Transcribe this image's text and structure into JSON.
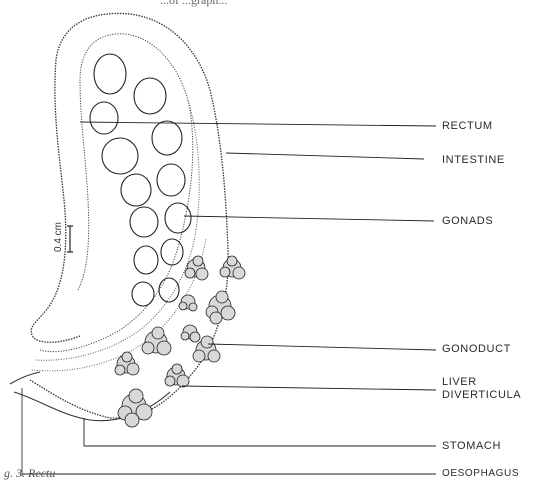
{
  "labels": {
    "rectum": "RECTUM",
    "intestine": "INTESTINE",
    "gonads": "GONADS",
    "gonoduct": "GONODUCT",
    "liver_line1": "LIVER",
    "liver_line2": "DIVERTICULA",
    "stomach": "STOMACH",
    "oesophagus": "OESOPHAGUS"
  },
  "scale_bar": {
    "label": "0.4 cm"
  },
  "caption_fragment": "g. 3.  Rectu",
  "top_fragment": "...of ...graph..."
}
